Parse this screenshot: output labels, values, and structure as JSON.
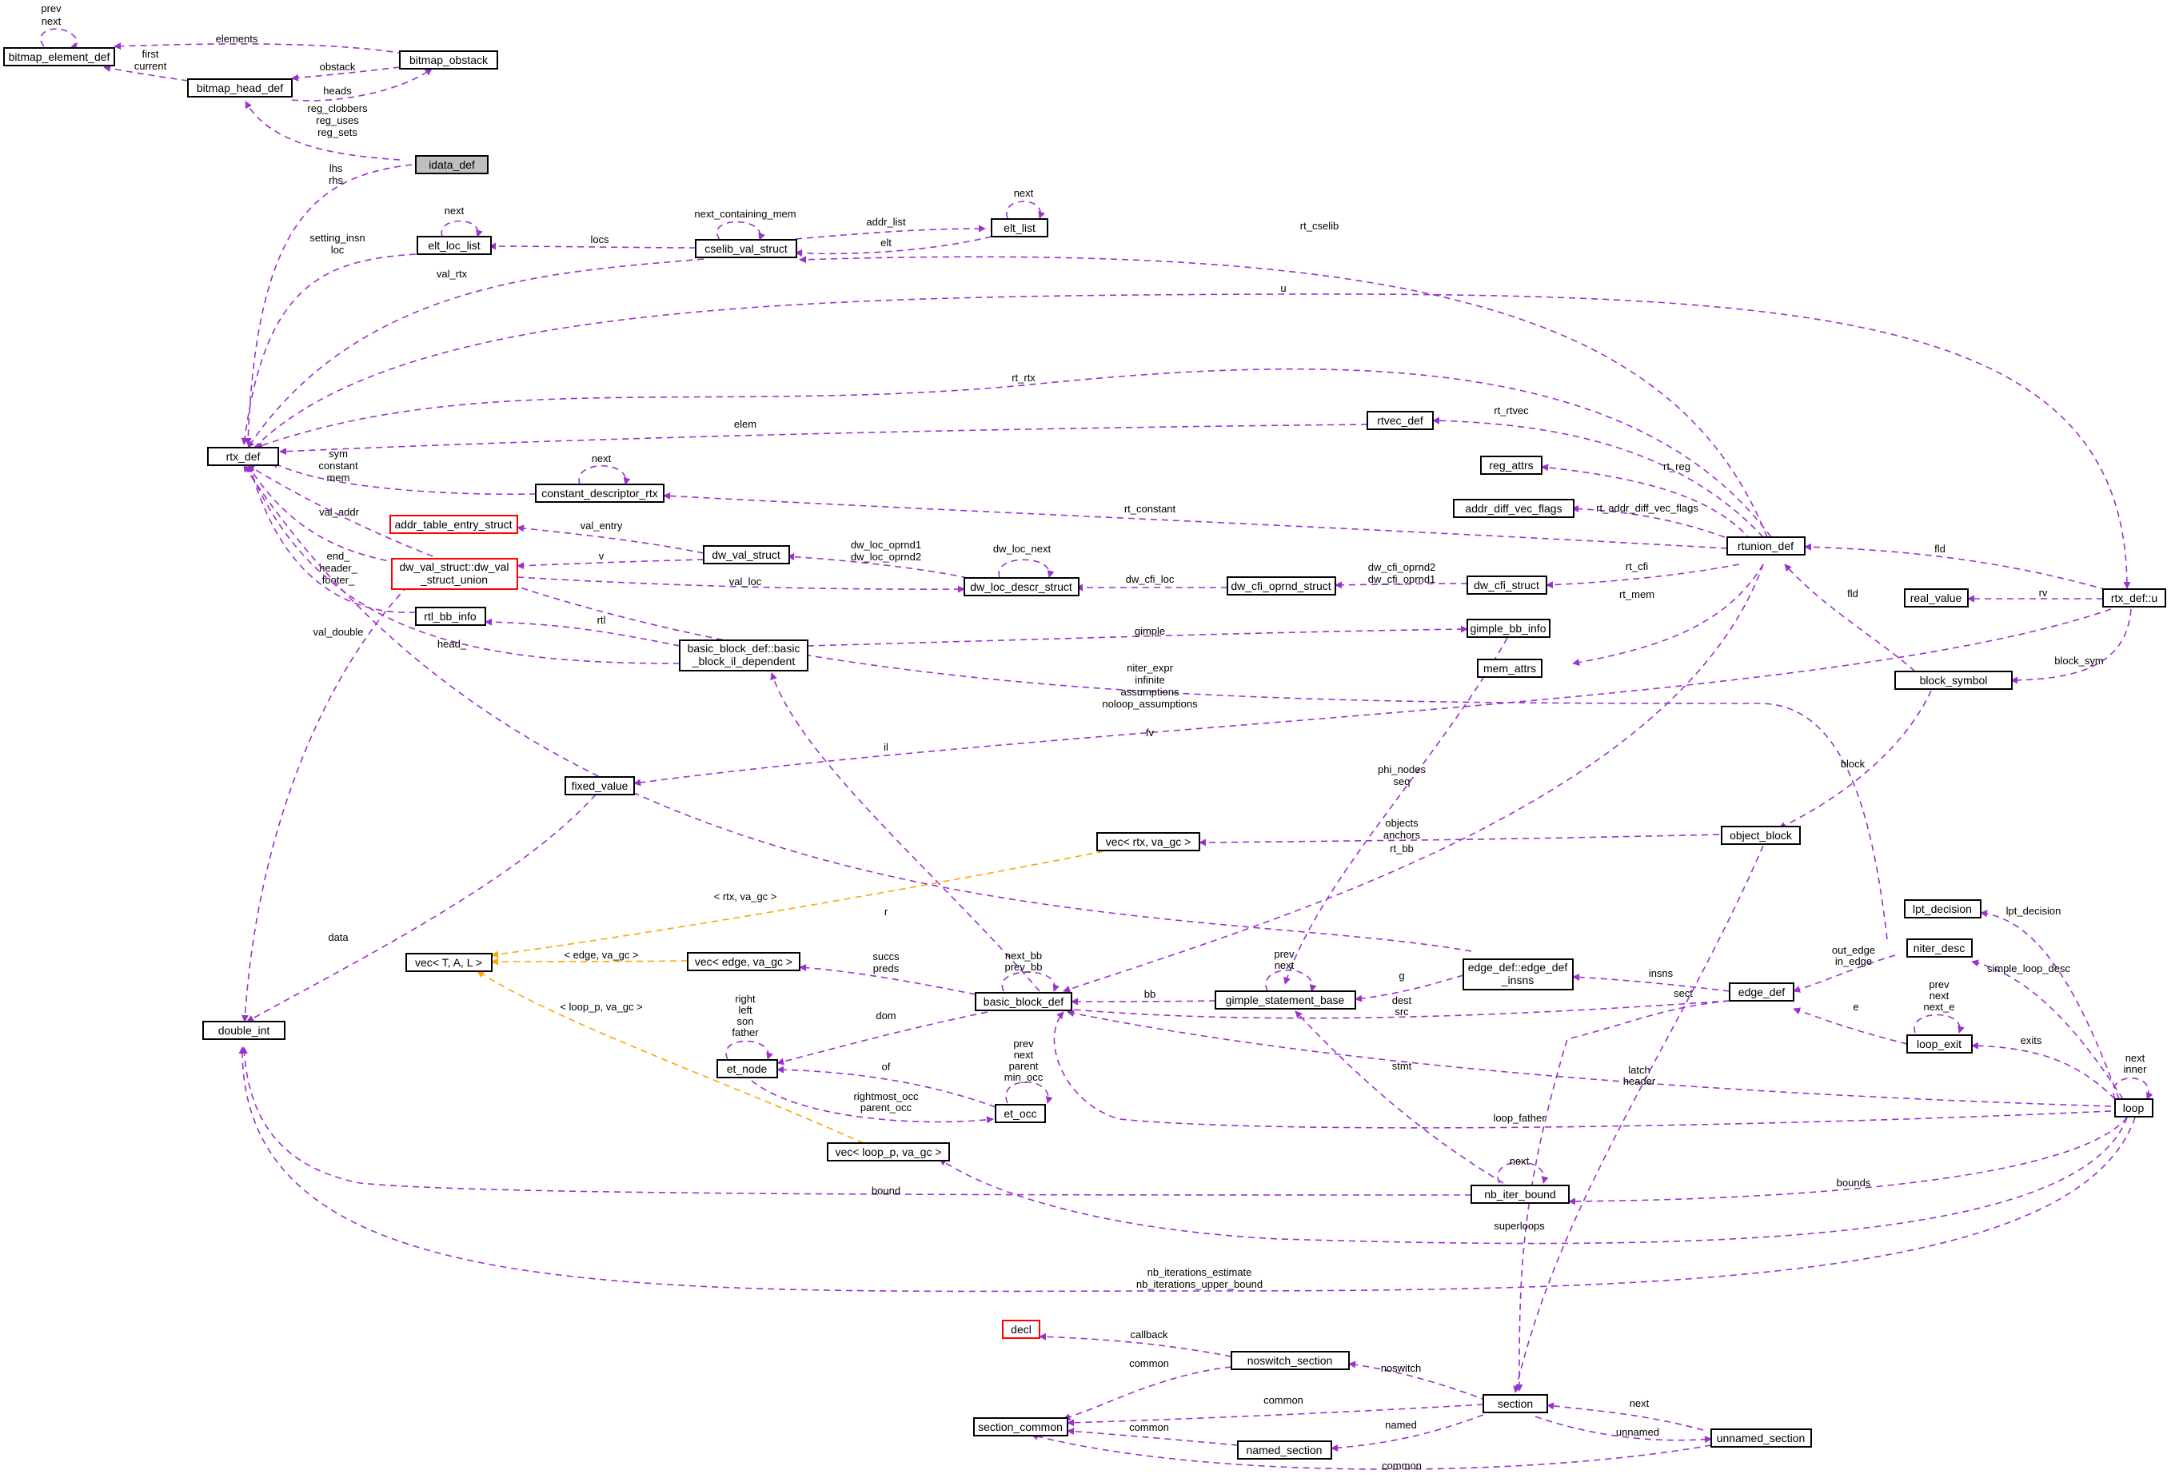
{
  "nodes": {
    "bitmap_element_def": "bitmap_element_def",
    "bitmap_head_def": "bitmap_head_def",
    "bitmap_obstack": "bitmap_obstack",
    "idata_def": "idata_def",
    "elt_loc_list": "elt_loc_list",
    "cselib_val_struct": "cselib_val_struct",
    "elt_list": "elt_list",
    "rtx_def": "rtx_def",
    "rtvec_def": "rtvec_def",
    "constant_descriptor_rtx": "constant_descriptor_rtx",
    "reg_attrs": "reg_attrs",
    "addr_diff_vec_flags": "addr_diff_vec_flags",
    "rtunion_def": "rtunion_def",
    "addr_table_entry_struct": "addr_table_entry_struct",
    "dw_val_struct_union_1": "dw_val_struct::dw_val",
    "dw_val_struct_union_2": "_struct_union",
    "dw_val_struct": "dw_val_struct",
    "dw_loc_descr_struct": "dw_loc_descr_struct",
    "dw_cfi_oprnd_struct": "dw_cfi_oprnd_struct",
    "dw_cfi_struct": "dw_cfi_struct",
    "rtx_def_u": "rtx_def::u",
    "real_value": "real_value",
    "rtl_bb_info": "rtl_bb_info",
    "bb_il_dep_1": "basic_block_def::basic",
    "bb_il_dep_2": "_block_il_dependent",
    "gimple_bb_info": "gimple_bb_info",
    "mem_attrs": "mem_attrs",
    "block_symbol": "block_symbol",
    "fixed_value": "fixed_value",
    "vec_rtx": "vec< rtx, va_gc >",
    "object_block": "object_block",
    "lpt_decision": "lpt_decision",
    "niter_desc": "niter_desc",
    "vec_T": "vec< T, A, L >",
    "vec_edge": "vec< edge, va_gc >",
    "basic_block_def": "basic_block_def",
    "gimple_statement_base": "gimple_statement_base",
    "edge_def_insns_1": "edge_def::edge_def",
    "edge_def_insns_2": "_insns",
    "edge_def": "edge_def",
    "loop_exit": "loop_exit",
    "double_int": "double_int",
    "et_node": "et_node",
    "et_occ": "et_occ",
    "loop": "loop",
    "vec_loop_p": "vec< loop_p, va_gc >",
    "nb_iter_bound": "nb_iter_bound",
    "decl": "decl",
    "noswitch_section": "noswitch_section",
    "section_common": "section_common",
    "section": "section",
    "named_section": "named_section",
    "unnamed_section": "unnamed_section"
  },
  "edge_labels": {
    "bed_self_1": "prev",
    "bed_self_2": "next",
    "elements": "elements",
    "first": "first",
    "current": "current",
    "obstack": "obstack",
    "heads": "heads",
    "reg_clobbers": "reg_clobbers",
    "reg_uses": "reg_uses",
    "reg_sets": "reg_sets",
    "lhs": "lhs",
    "rhs": "rhs",
    "ell_next": "next",
    "setting_insn": "setting_insn",
    "loc": "loc",
    "locs": "locs",
    "next_containing_mem": "next_containing_mem",
    "addr_list": "addr_list",
    "elt": "elt",
    "elt_list_next": "next",
    "rt_cselib": "rt_cselib",
    "val_rtx": "val_rtx",
    "u": "u",
    "rt_rtx": "rt_rtx",
    "elem": "elem",
    "rt_rtvec": "rt_rtvec",
    "cdr_next": "next",
    "sym": "sym",
    "constant": "constant",
    "mem": "mem",
    "rt_reg": "rt_reg",
    "rt_constant": "rt_constant",
    "rt_addr_diff_vec_flags": "rt_addr_diff_vec_flags",
    "val_addr": "val_addr",
    "val_entry": "val_entry",
    "v": "v",
    "dw_loc_oprnd1": "dw_loc_oprnd1",
    "dw_loc_oprnd2": "dw_loc_oprnd2",
    "dw_loc_next": "dw_loc_next",
    "val_loc": "val_loc",
    "dw_cfi_loc": "dw_cfi_loc",
    "dw_cfi_oprnd2": "dw_cfi_oprnd2",
    "dw_cfi_oprnd1": "dw_cfi_oprnd1",
    "rt_cfi": "rt_cfi",
    "fld_1": "fld",
    "fld_2": "fld",
    "rv": "rv",
    "end_": "end_",
    "header_": "header_",
    "footer_": "footer_",
    "rt_mem": "rt_mem",
    "rtl": "rtl",
    "gimple": "gimple",
    "val_double": "val_double",
    "head_": "head_",
    "block_sym": "block_sym",
    "niter_expr": "niter_expr",
    "infinite": "infinite",
    "assumptions": "assumptions",
    "noloop_assumptions": "noloop_assumptions",
    "fv": "fv",
    "il": "il",
    "block": "block",
    "phi_nodes": "phi_nodes",
    "seq": "seq",
    "objects": "objects",
    "anchors": "anchors",
    "rt_bb": "rt_bb",
    "rtx_va_gc": "< rtx, va_gc >",
    "r": "r",
    "lpt_decision": "lpt_decision",
    "data": "data",
    "edge_va_gc": "< edge, va_gc >",
    "succs": "succs",
    "preds": "preds",
    "next_bb": "next_bb",
    "prev_bb": "prev_bb",
    "gsb_prev": "prev",
    "gsb_next": "next",
    "out_edge": "out_edge",
    "in_edge": "in_edge",
    "insns": "insns",
    "simple_loop_desc": "simple_loop_desc",
    "g": "g",
    "le_prev": "prev",
    "le_next": "next",
    "le_next_e": "next_e",
    "loop_p_va_gc": "< loop_p, va_gc >",
    "bb": "bb",
    "dest": "dest",
    "src": "src",
    "sect": "sect",
    "e": "e",
    "et_right": "right",
    "et_left": "left",
    "et_son": "son",
    "et_father": "father",
    "dom": "dom",
    "occ_prev": "prev",
    "occ_next": "next",
    "occ_parent": "parent",
    "occ_min_occ": "min_occ",
    "exits": "exits",
    "loop_next": "next",
    "loop_inner": "inner",
    "of": "of",
    "stmt": "stmt",
    "latch": "latch",
    "header": "header",
    "rightmost_occ": "rightmost_occ",
    "parent_occ": "parent_occ",
    "loop_father": "loop_father",
    "nib_next": "next",
    "bound": "bound",
    "bounds": "bounds",
    "superloops": "superloops",
    "nb_iterations_estimate": "nb_iterations_estimate",
    "nb_iterations_upper_bound": "nb_iterations_upper_bound",
    "callback": "callback",
    "common_1": "common",
    "noswitch": "noswitch",
    "common_2": "common",
    "common_3": "common",
    "named": "named",
    "sec_next": "next",
    "unnamed": "unnamed",
    "common_4": "common"
  }
}
